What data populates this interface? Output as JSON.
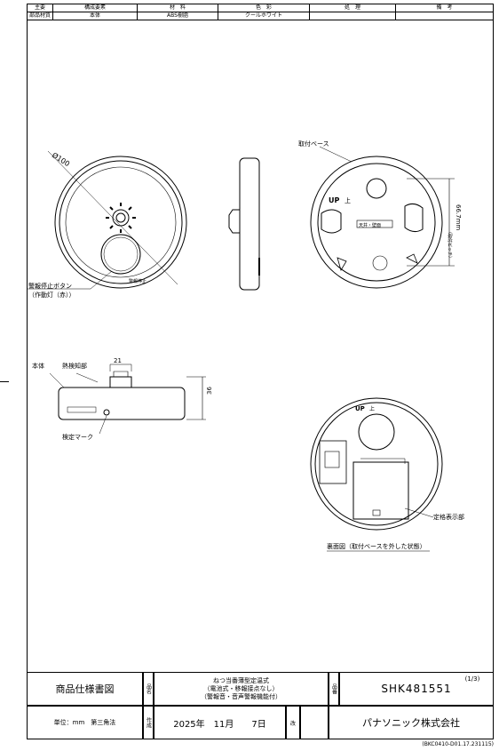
{
  "header": {
    "row1": {
      "main": "主要",
      "component": "構成要素",
      "material": "材　料",
      "color": "色　彩",
      "treatment": "処　理",
      "remarks": "備　考"
    },
    "row2": {
      "main": "部品材質",
      "component": "本体",
      "material": "ABS樹脂",
      "color": "クールホワイト",
      "treatment": "",
      "remarks": ""
    }
  },
  "drawing": {
    "diameter": "Ø100",
    "stop_button_label_1": "警報停止ボタン",
    "stop_button_label_2": "（作動灯（赤））",
    "stop_text_on_unit": "警報停止",
    "base_label": "取付ベース",
    "up_mark": "UP",
    "up_top": "上",
    "ceiling_wall": "天井・壁面",
    "pitch_value": "66.7mm",
    "pitch_note": "（取付ピッチ）",
    "body_label": "本体",
    "sensor_label": "熱検知部",
    "width_21": "21",
    "height_36": "36",
    "inspect_label": "検定マーク",
    "rating_label": "定格表示部",
    "back_view_label": "裏面図（取付ベースを外した状態）"
  },
  "title_block": {
    "doc_type": "商品仕様書図",
    "name_caption": "品名",
    "product_line1": "ねつ当番薄型定温式",
    "product_line2": "（電池式・移報接点なし）",
    "product_line3": "（警報音・音声警報機能付）",
    "number_caption": "品番",
    "page": "(1/3)",
    "model": "SHK481551",
    "unit": "単位：mm　第三角法",
    "created_caption": "作成",
    "date": "2025年　11月　　7日",
    "revision_caption": "改",
    "company": "パナソニック株式会社"
  },
  "footer": {
    "code": "(BKC0410-D01.17.231115)"
  }
}
